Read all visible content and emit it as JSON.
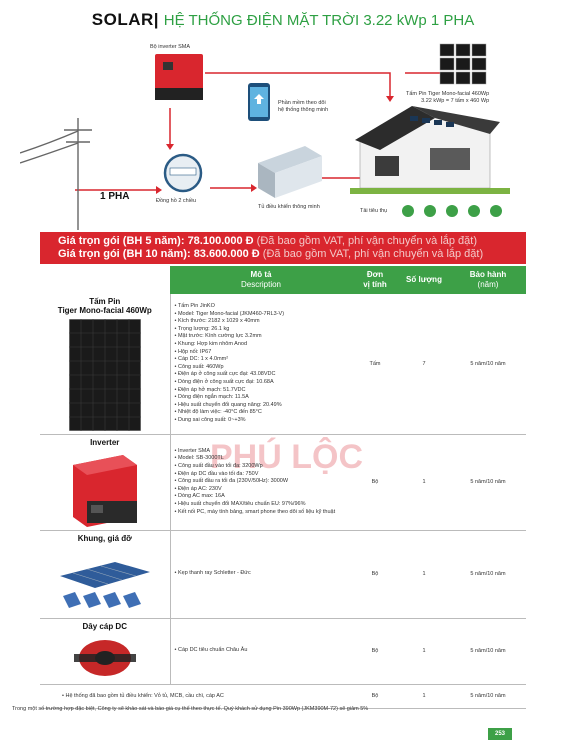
{
  "header": {
    "brand": "SOLAR|",
    "title": "HỆ THỐNG ĐIỆN MẶT TRỜI 3.22 kWp 1 PHA"
  },
  "diagram": {
    "inverter_label": "Bộ inverter SMA",
    "panel_label": [
      "Tấm Pin Tiger Mono-facial 460Wp",
      "3.22 kWp = 7 tấm x 460 Wp"
    ],
    "app_label": [
      "Phần mềm theo dõi",
      "hệ thống thông minh"
    ],
    "phase_label": "1 PHA",
    "meter_label": "Đồng hồ 2 chiều",
    "cabinet_label": "Tủ điều khiển thông minh",
    "load_label": "Tải tiêu thụ"
  },
  "prices": [
    {
      "label": "Giá trọn gói (BH 5 năm): ",
      "value": "78.100.000 Đ",
      "note": " (Đã bao gồm VAT, phí vận chuyển và lắp đặt)"
    },
    {
      "label": "Giá trọn gói (BH 10 năm): ",
      "value": "83.600.000 Đ",
      "note": " (Đã bao gồm VAT, phí vận chuyển và lắp đặt)"
    }
  ],
  "table": {
    "headers": {
      "desc": "Mô tả",
      "desc_sub": "Description",
      "unit": "Đơn",
      "unit_sub": "vị tính",
      "qty": "Số lượng",
      "warranty": "Bảo hành",
      "warranty_sub": "(năm)"
    },
    "rows": [
      {
        "name": [
          "Tấm Pin",
          "Tiger Mono-facial 460Wp"
        ],
        "specs": [
          "Tấm Pin JinKO",
          "Model: Tiger Mono-facial (JKM460-7RL3-V)",
          "Kích thước: 2182 x 1029 x 40mm",
          "Trọng lượng: 26.1 kg",
          "Mặt trước: Kính cường lực 3.2mm",
          "Khung: Hợp kim nhôm Anod",
          "Hộp nối: IP67",
          "Cáp DC: 1 x 4.0mm²",
          "Công suất: 460Wp",
          "Điện áp ở công suất cực đại: 43.08VDC",
          "Dòng điện ở công suất cực đại: 10.68A",
          "Điện áp hở mạch: 51.7VDC",
          "Dòng điện ngắn mạch: 11.5A",
          "Hiệu suất chuyển đổi quang năng: 20.49%",
          "Nhiệt độ làm việc: -40°C đến 85°C",
          "Dung sai công suất: 0~+3%"
        ],
        "unit": "Tấm",
        "qty": "7",
        "warranty": "5 năm/10 năm"
      },
      {
        "name": [
          "Inverter"
        ],
        "specs": [
          "Inverter SMA",
          "Model: SB-3000TL",
          "Công suất đầu vào tối đa: 3200Wp",
          "Điện áp DC đầu vào tối đa: 750V",
          "Công suất đầu ra tối đa (230V/50Hz): 3000W",
          "Điện áp AC: 230V",
          "Dòng AC max: 16A",
          "Hiệu suất chuyển đổi MAX/tiêu chuẩn EU: 97%/96%",
          "Kết nối PC, máy tính bảng, smart phone theo dõi số liệu kỹ thuật"
        ],
        "unit": "Bộ",
        "qty": "1",
        "warranty": "5 năm/10 năm"
      },
      {
        "name": [
          "Khung, giá đỡ"
        ],
        "specs": [
          "Kẹp thanh ray Schletter - Đức"
        ],
        "unit": "Bộ",
        "qty": "1",
        "warranty": "5 năm/10 năm"
      },
      {
        "name": [
          "Dây cáp DC"
        ],
        "specs": [
          "Cáp DC tiêu chuẩn Châu Âu"
        ],
        "unit": "Bộ",
        "qty": "1",
        "warranty": "5 năm/10 năm"
      }
    ],
    "extra_row": {
      "desc": "Hệ thống đã bao gồm tủ điều khiển: Vỏ tủ, MCB, cầu chì, cáp AC",
      "unit": "Bộ",
      "qty": "1",
      "warranty": "5 năm/10 năm"
    }
  },
  "watermark": "PHÚ LỘC",
  "footnote": "Trong một số trường hợp đặc biệt, Công ty sẽ khảo sát và báo giá cụ thể theo thực tế. Quý khách sử dụng Pin 390Wp (JKM390M-72) sẽ giảm 5%",
  "page_number": "253",
  "colors": {
    "green": "#3da047",
    "red": "#d9262e",
    "title_green": "#2ea043"
  }
}
